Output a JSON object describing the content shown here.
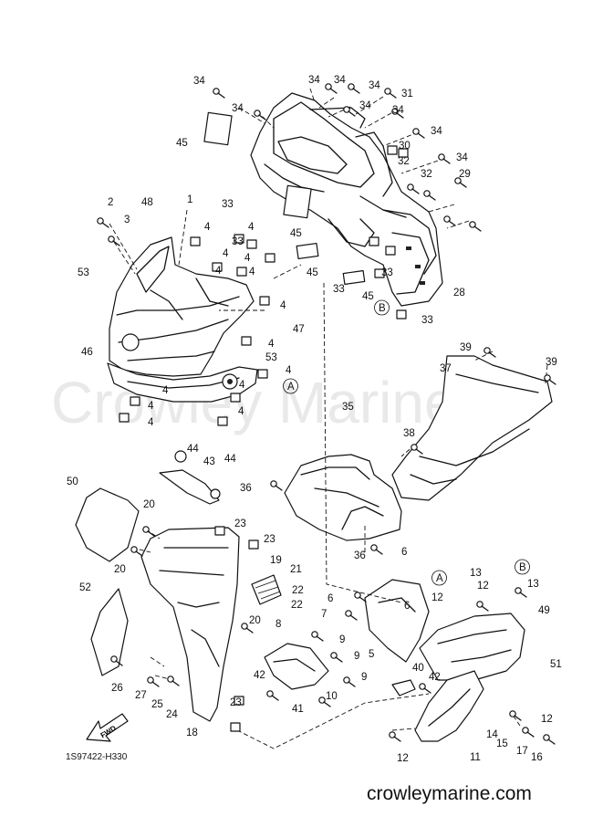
{
  "watermark": "Crowley Marine",
  "catalog_code": "1S97422-H330",
  "site": "crowleymarine.com",
  "fwd_label": "FWD",
  "callouts": [
    {
      "id": "c34a",
      "t": "34"
    },
    {
      "id": "c34b",
      "t": "34"
    },
    {
      "id": "c34c",
      "t": "34"
    },
    {
      "id": "c34d",
      "t": "34"
    },
    {
      "id": "c34e",
      "t": "34"
    },
    {
      "id": "c34f",
      "t": "34"
    },
    {
      "id": "c34g",
      "t": "34"
    },
    {
      "id": "c34h",
      "t": "34"
    },
    {
      "id": "c34i",
      "t": "34"
    },
    {
      "id": "c31",
      "t": "31"
    },
    {
      "id": "c45a",
      "t": "45"
    },
    {
      "id": "c30",
      "t": "30"
    },
    {
      "id": "c32a",
      "t": "32"
    },
    {
      "id": "c32b",
      "t": "32"
    },
    {
      "id": "c29",
      "t": "29"
    },
    {
      "id": "c2",
      "t": "2"
    },
    {
      "id": "c48",
      "t": "48"
    },
    {
      "id": "c1",
      "t": "1"
    },
    {
      "id": "c33a",
      "t": "33"
    },
    {
      "id": "c3",
      "t": "3"
    },
    {
      "id": "c4a",
      "t": "4"
    },
    {
      "id": "c4b",
      "t": "4"
    },
    {
      "id": "c4c",
      "t": "4"
    },
    {
      "id": "c4d",
      "t": "4"
    },
    {
      "id": "c45b",
      "t": "45"
    },
    {
      "id": "c33b",
      "t": "33"
    },
    {
      "id": "c53a",
      "t": "53"
    },
    {
      "id": "c4e",
      "t": "4"
    },
    {
      "id": "c4f",
      "t": "4"
    },
    {
      "id": "c45c",
      "t": "45"
    },
    {
      "id": "c33c",
      "t": "33"
    },
    {
      "id": "c33d",
      "t": "33"
    },
    {
      "id": "c45d",
      "t": "45"
    },
    {
      "id": "c28",
      "t": "28"
    },
    {
      "id": "c4g",
      "t": "4"
    },
    {
      "id": "cB1",
      "t": "B"
    },
    {
      "id": "c33e",
      "t": "33"
    },
    {
      "id": "c47",
      "t": "47"
    },
    {
      "id": "c46",
      "t": "46"
    },
    {
      "id": "c4h",
      "t": "4"
    },
    {
      "id": "c53b",
      "t": "53"
    },
    {
      "id": "c4i",
      "t": "4"
    },
    {
      "id": "cA1",
      "t": "A"
    },
    {
      "id": "c4j",
      "t": "4"
    },
    {
      "id": "c4k",
      "t": "4"
    },
    {
      "id": "c4l",
      "t": "4"
    },
    {
      "id": "c4m",
      "t": "4"
    },
    {
      "id": "c4n",
      "t": "4"
    },
    {
      "id": "c39a",
      "t": "39"
    },
    {
      "id": "c37",
      "t": "37"
    },
    {
      "id": "c39b",
      "t": "39"
    },
    {
      "id": "c35",
      "t": "35"
    },
    {
      "id": "c38",
      "t": "38"
    },
    {
      "id": "c44a",
      "t": "44"
    },
    {
      "id": "c43",
      "t": "43"
    },
    {
      "id": "c44b",
      "t": "44"
    },
    {
      "id": "c36a",
      "t": "36"
    },
    {
      "id": "c50",
      "t": "50"
    },
    {
      "id": "c20a",
      "t": "20"
    },
    {
      "id": "c23a",
      "t": "23"
    },
    {
      "id": "c23b",
      "t": "23"
    },
    {
      "id": "c36b",
      "t": "36"
    },
    {
      "id": "c6a",
      "t": "6"
    },
    {
      "id": "c20b",
      "t": "20"
    },
    {
      "id": "c19",
      "t": "19"
    },
    {
      "id": "c21",
      "t": "21"
    },
    {
      "id": "c13a",
      "t": "13"
    },
    {
      "id": "cB2",
      "t": "B"
    },
    {
      "id": "c13b",
      "t": "13"
    },
    {
      "id": "cA2",
      "t": "A"
    },
    {
      "id": "c52",
      "t": "52"
    },
    {
      "id": "c22a",
      "t": "22"
    },
    {
      "id": "c6b",
      "t": "6"
    },
    {
      "id": "c12a",
      "t": "12"
    },
    {
      "id": "c12b",
      "t": "12"
    },
    {
      "id": "c22b",
      "t": "22"
    },
    {
      "id": "c6c",
      "t": "6"
    },
    {
      "id": "c49",
      "t": "49"
    },
    {
      "id": "c7",
      "t": "7"
    },
    {
      "id": "c8",
      "t": "8"
    },
    {
      "id": "c20c",
      "t": "20"
    },
    {
      "id": "c9a",
      "t": "9"
    },
    {
      "id": "c5",
      "t": "5"
    },
    {
      "id": "c9b",
      "t": "9"
    },
    {
      "id": "c51",
      "t": "51"
    },
    {
      "id": "c42a",
      "t": "42"
    },
    {
      "id": "c40",
      "t": "40"
    },
    {
      "id": "c42b",
      "t": "42"
    },
    {
      "id": "c9c",
      "t": "9"
    },
    {
      "id": "c26",
      "t": "26"
    },
    {
      "id": "c27",
      "t": "27"
    },
    {
      "id": "c25",
      "t": "25"
    },
    {
      "id": "c24",
      "t": "24"
    },
    {
      "id": "c23c",
      "t": "23"
    },
    {
      "id": "c10",
      "t": "10"
    },
    {
      "id": "c41",
      "t": "41"
    },
    {
      "id": "c12c",
      "t": "12"
    },
    {
      "id": "c18",
      "t": "18"
    },
    {
      "id": "c14",
      "t": "14"
    },
    {
      "id": "c15",
      "t": "15"
    },
    {
      "id": "c17",
      "t": "17"
    },
    {
      "id": "c16",
      "t": "16"
    },
    {
      "id": "c12d",
      "t": "12"
    },
    {
      "id": "c11",
      "t": "11"
    }
  ]
}
